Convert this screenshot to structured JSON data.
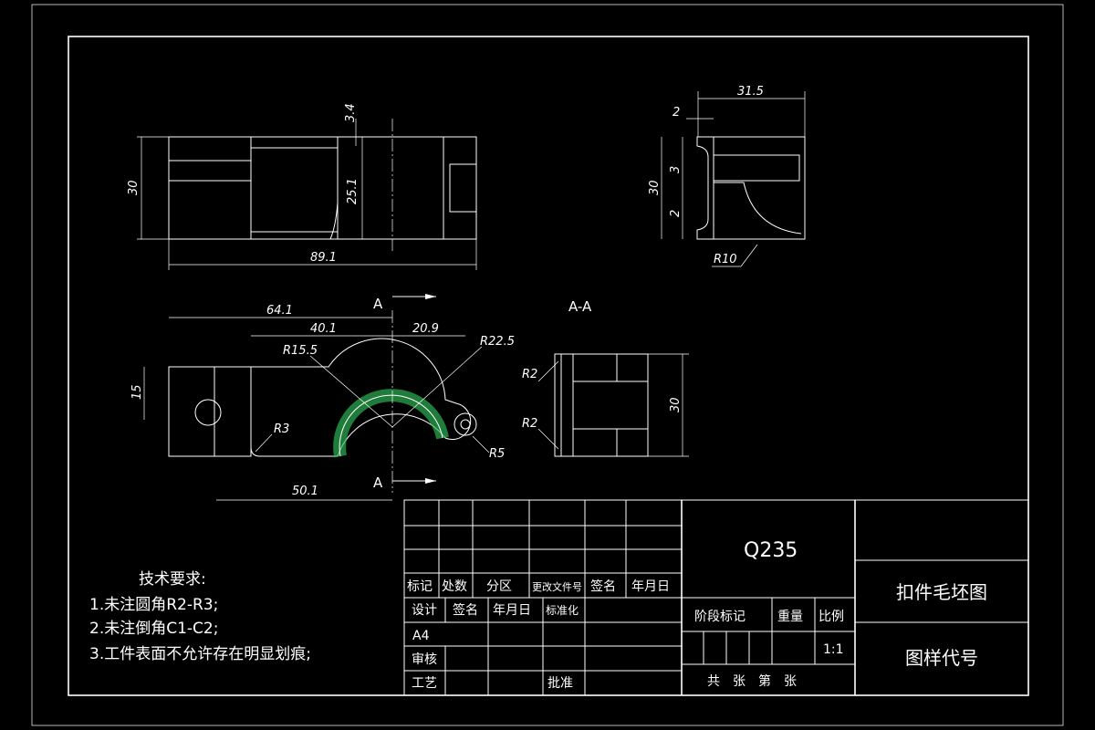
{
  "colors": {
    "background": "#000000",
    "lines": "#ffffff",
    "hatch": "#2fbf5a"
  },
  "views": {
    "top": {
      "dims": [
        "3.4",
        "30",
        "25.1",
        "89.1"
      ]
    },
    "side": {
      "dims": [
        "31.5",
        "2",
        "3",
        "30",
        "2",
        "R10"
      ]
    },
    "front": {
      "dims": [
        "64.1",
        "40.1",
        "20.9",
        "R15.5",
        "R22.5",
        "15",
        "R3",
        "R5",
        "50.1"
      ],
      "cut_label": "A"
    },
    "section": {
      "title": "A-A",
      "dims": [
        "R2",
        "R2",
        "30"
      ]
    }
  },
  "requirements": {
    "title": "技术要求:",
    "items": [
      "1.未注圆角R2-R3;",
      "2.未注倒角C1-C2;",
      "3.工件表面不允许存在明显划痕;"
    ]
  },
  "title_block": {
    "material": "Q235",
    "drawing_name": "扣件毛坯图",
    "drawing_code_label": "图样代号",
    "header_row": [
      "标记",
      "处数",
      "分区",
      "更改文件号",
      "签名",
      "年月日"
    ],
    "design_row": [
      "设计",
      "签名",
      "年月日",
      "标准化"
    ],
    "size": "A4",
    "review": "审核",
    "process": "工艺",
    "approve": "批准",
    "stage_label": "阶段标记",
    "weight_label": "重量",
    "scale_label": "比例",
    "scale_value": "1:1",
    "sheets": "共　张　第　张"
  }
}
